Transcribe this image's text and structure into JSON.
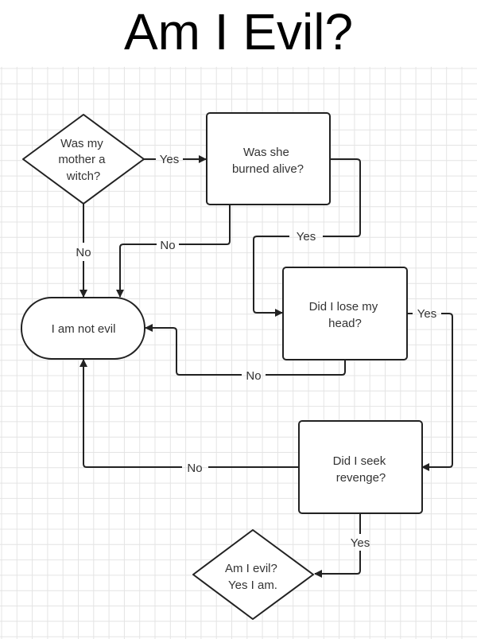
{
  "title": "Am I Evil?",
  "nodes": {
    "witch": {
      "lines": [
        "Was my",
        "mother a",
        "witch?"
      ],
      "shape": "diamond"
    },
    "burned": {
      "lines": [
        "Was she",
        "burned alive?"
      ],
      "shape": "rectangle"
    },
    "not_evil": {
      "lines": [
        "I am not evil"
      ],
      "shape": "terminator"
    },
    "head": {
      "lines": [
        "Did I lose my",
        "head?"
      ],
      "shape": "rectangle"
    },
    "revenge": {
      "lines": [
        "Did I seek",
        "revenge?"
      ],
      "shape": "rectangle"
    },
    "evil": {
      "lines": [
        "Am I evil?",
        "Yes I am."
      ],
      "shape": "diamond"
    }
  },
  "edges": [
    {
      "id": "witch-yes",
      "from": "witch",
      "to": "burned",
      "label": "Yes"
    },
    {
      "id": "witch-no",
      "from": "witch",
      "to": "not_evil",
      "label": "No"
    },
    {
      "id": "burned-no",
      "from": "burned",
      "to": "not_evil",
      "label": "No"
    },
    {
      "id": "burned-yes",
      "from": "burned",
      "to": "head",
      "label": "Yes"
    },
    {
      "id": "head-no",
      "from": "head",
      "to": "not_evil",
      "label": "No"
    },
    {
      "id": "head-yes",
      "from": "head",
      "to": "revenge",
      "label": "Yes"
    },
    {
      "id": "revenge-no",
      "from": "revenge",
      "to": "not_evil",
      "label": "No"
    },
    {
      "id": "revenge-yes",
      "from": "revenge",
      "to": "evil",
      "label": "Yes"
    }
  ],
  "colors": {
    "stroke": "#222222",
    "grid": "#e4e4e4",
    "text": "#333333",
    "background": "#ffffff"
  }
}
